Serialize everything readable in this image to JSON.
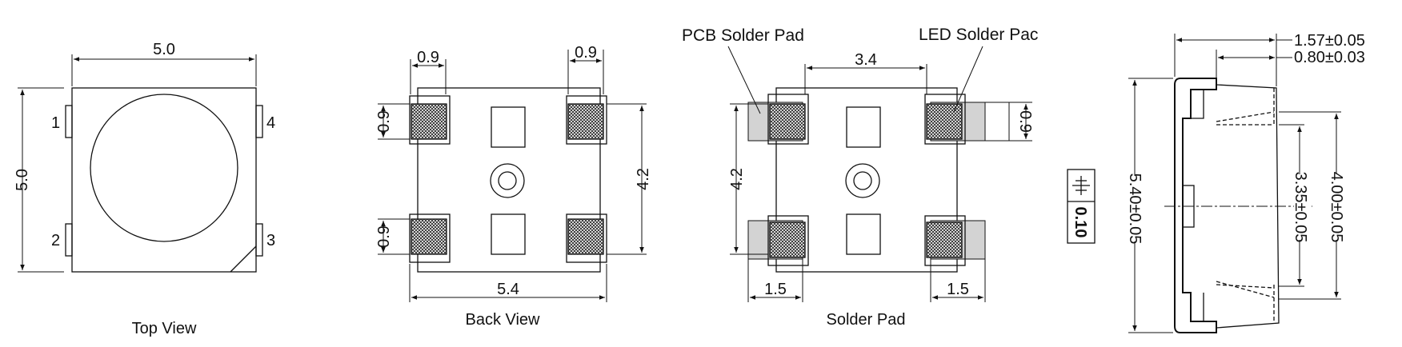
{
  "views": {
    "top": {
      "caption": "Top View",
      "dim_width": "5.0",
      "dim_height": "5.0",
      "pins": [
        "1",
        "2",
        "3",
        "4"
      ]
    },
    "back": {
      "caption": "Back View",
      "dim_pad_w_left": "0.9",
      "dim_pad_w_right": "0.9",
      "dim_pad_h_top": "0.9",
      "dim_pad_h_bottom": "0.9",
      "dim_pitch": "4.2",
      "dim_total_width": "5.4"
    },
    "solder": {
      "caption": "Solder Pad",
      "label_pcb": "PCB Solder Pad",
      "label_led": "LED Solder Pac",
      "dim_gap": "3.4",
      "dim_pitch": "4.2",
      "dim_pad_h": "0.9",
      "dim_pcb_left": "1.5",
      "dim_pcb_right": "1.5"
    },
    "side": {
      "dim_1": "1.57±0.05",
      "dim_2": "0.80±0.03",
      "dim_3": "5.40±0.05",
      "dim_4": "3.35±0.05",
      "dim_5": "4.00±0.05",
      "flatness": "0.10"
    }
  }
}
